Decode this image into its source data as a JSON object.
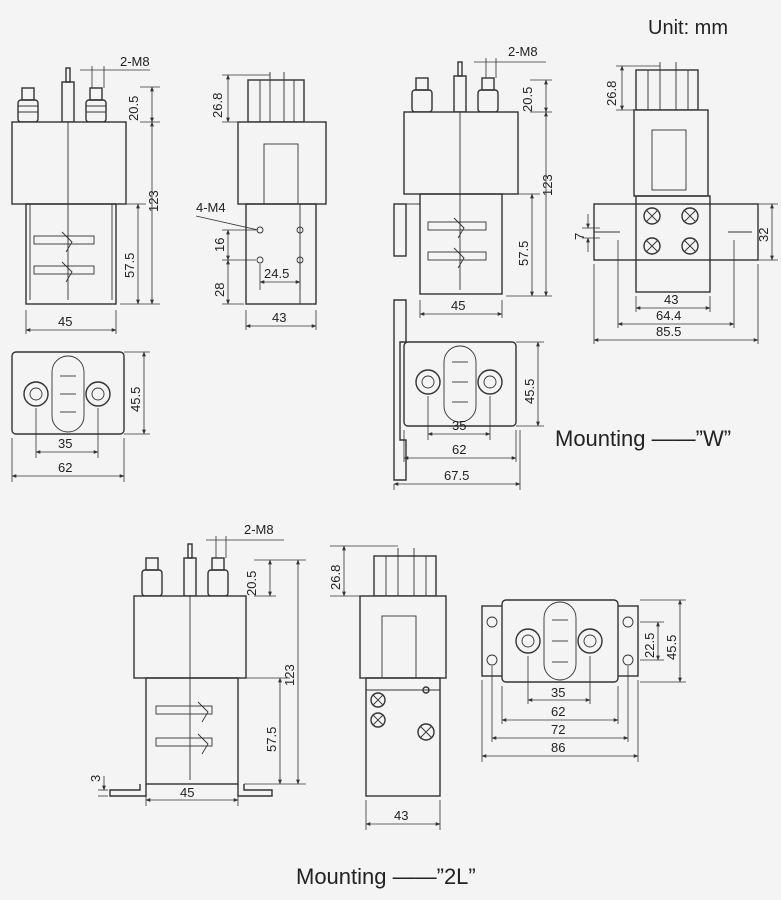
{
  "unit": "Unit: mm",
  "views": {
    "std_front": {
      "thread": "2-M8",
      "h_top": "20.5",
      "h_total": "123",
      "h_bracket": "57.5",
      "w": "45"
    },
    "std_side": {
      "h_top": "26.8",
      "holes": "4-M4",
      "h_a": "16",
      "h_b": "28",
      "w_holes": "24.5",
      "w": "43"
    },
    "std_top": {
      "h": "45.5",
      "w_inner": "35",
      "w_outer": "62"
    },
    "w_front": {
      "thread": "2-M8",
      "h_top": "20.5",
      "h_total": "123",
      "h_bracket": "57.5",
      "w": "45"
    },
    "w_side": {
      "h_top": "26.8",
      "h_flange": "7",
      "h_plate": "32",
      "w_a": "43",
      "w_b": "64.4",
      "w_c": "85.5"
    },
    "w_top": {
      "h": "45.5",
      "w_inner": "35",
      "w_mid": "62",
      "w_outer": "67.5"
    },
    "l_front": {
      "thread": "2-M8",
      "h_top": "20.5",
      "h_total": "123",
      "h_bracket": "57.5",
      "foot": "3",
      "w": "45"
    },
    "l_side": {
      "h_top": "26.8",
      "w": "43"
    },
    "l_top": {
      "h_inner": "22.5",
      "h_outer": "45.5",
      "w_a": "35",
      "w_b": "62",
      "w_c": "72",
      "w_d": "86"
    }
  },
  "captions": {
    "mount_w": "Mounting ——”W”",
    "mount_2l": "Mounting ——”2L”"
  }
}
